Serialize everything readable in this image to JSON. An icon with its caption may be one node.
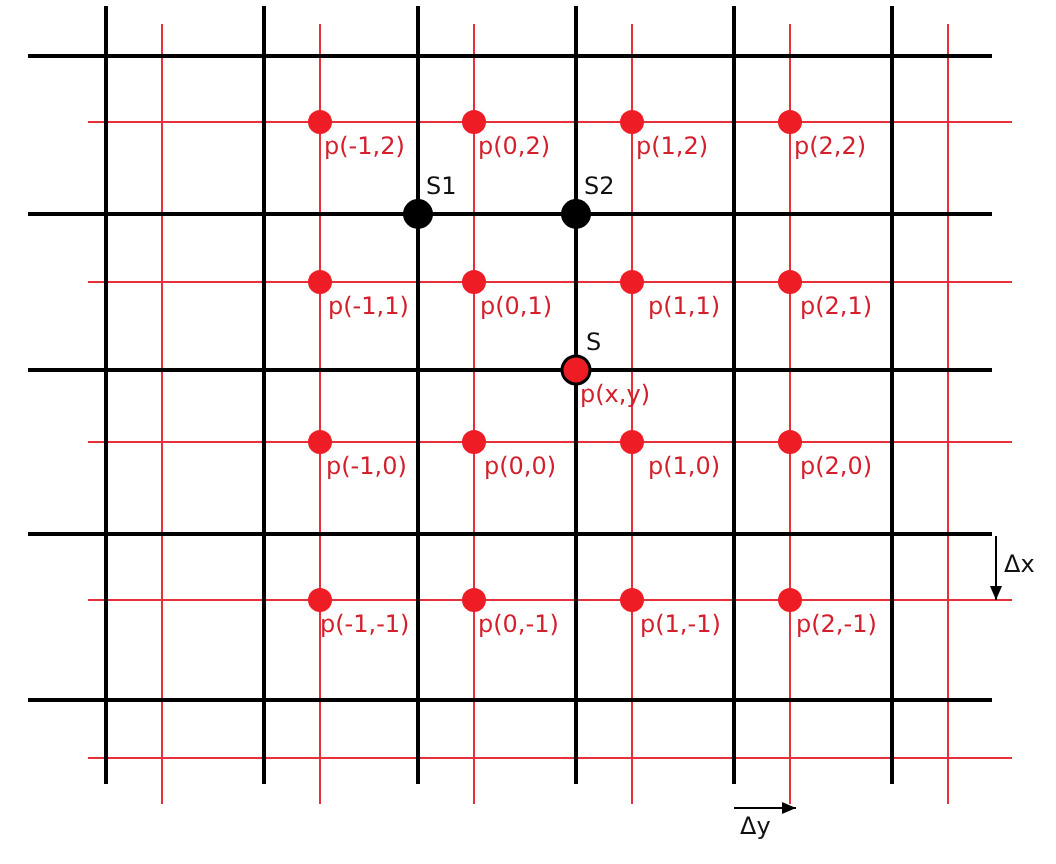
{
  "diagram": {
    "labels": [
      "p(-1,2)",
      "p(0,2)",
      "p(1,2)",
      "p(2,2)",
      "S1",
      "S2",
      "p(-1,1)",
      "p(0,1)",
      "p(1,1)",
      "p(2,1)",
      "S",
      "p(x,y)",
      "p(-1,0)",
      "p(0,0)",
      "p(1,0)",
      "p(2,0)",
      "Δx",
      "p(-1,-1)",
      "p(0,-1)",
      "p(1,-1)",
      "p(2,-1)",
      "Δy"
    ]
  }
}
